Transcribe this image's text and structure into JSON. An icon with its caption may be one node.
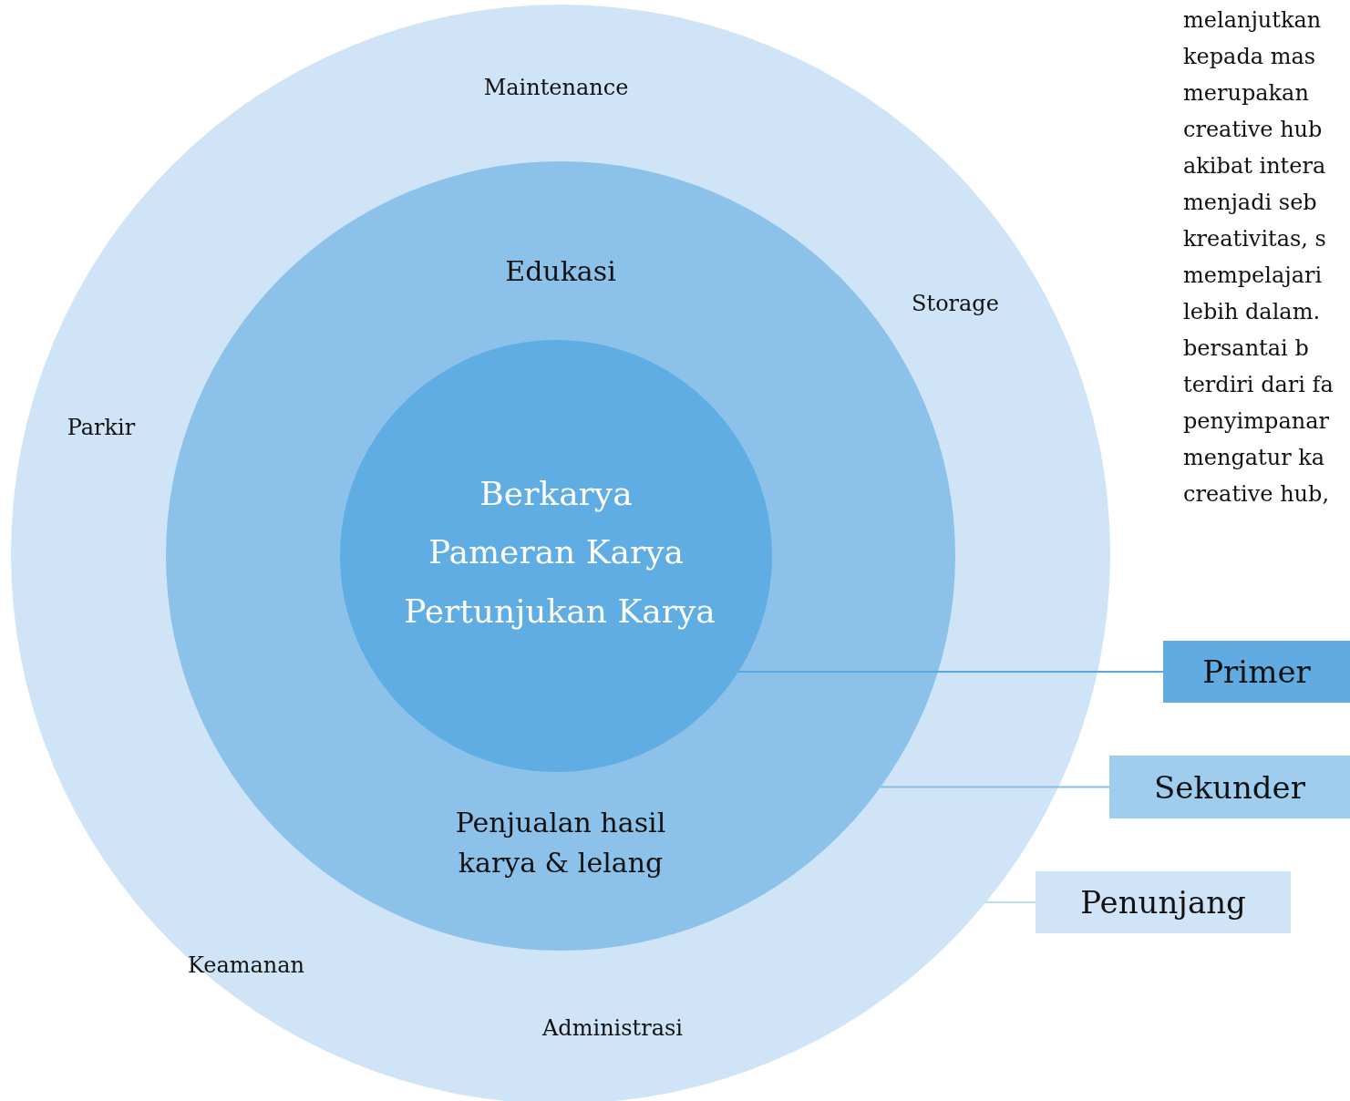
{
  "diagram": {
    "nodes": [
      {
        "text": [
          "Maintenance",
          "Storage",
          "Parkir",
          "Keamanan",
          "Administrasi"
        ]
      },
      {
        "text": [
          "Edukasi",
          "Penjualan hasil karya & lelang"
        ],
        "in": 0
      },
      {
        "text": [
          "Berkarya",
          "Pameran Karya",
          "Pertunjukan Karya"
        ],
        "in": 1
      },
      {
        "text": [
          "Primer"
        ]
      },
      {
        "text": [
          "Sekunder"
        ]
      },
      {
        "text": [
          "Penunjang"
        ]
      }
    ],
    "edges": [
      {
        "from": 3,
        "to": 2,
        "arrow": "none"
      },
      {
        "from": 4,
        "to": 1,
        "arrow": "none",
        "color": "#84bde8"
      },
      {
        "from": 5,
        "to": 0,
        "arrow": "none",
        "color": "#b9dbf3"
      }
    ],
    "labels": [
      "melanjutkan",
      "kepada mas",
      "merupakan",
      "creative hub",
      "akibat intera",
      "menjadi seb",
      "kreativitas, s",
      "mempelajari",
      "lebih dalam.",
      "bersantai b",
      "terdiri dari fa",
      "penyimpanar",
      "mengatur ka",
      "creative hub,"
    ]
  }
}
